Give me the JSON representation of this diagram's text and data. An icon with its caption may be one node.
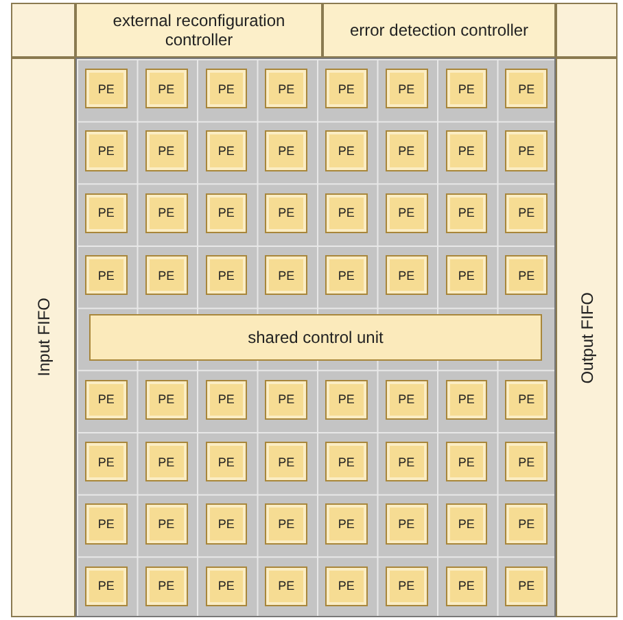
{
  "diagram": {
    "nodes": [
      {
        "text": [
          "external reconfiguration controller"
        ]
      },
      {
        "text": [
          "error detection controller"
        ]
      },
      {
        "text": [
          "Input FIFO"
        ]
      },
      {
        "text": [
          "PE"
        ]
      },
      {
        "text": [
          "PE"
        ]
      },
      {
        "text": [
          "PE"
        ]
      },
      {
        "text": [
          "PE"
        ]
      },
      {
        "text": [
          "PE"
        ]
      },
      {
        "text": [
          "PE"
        ]
      },
      {
        "text": [
          "PE"
        ]
      },
      {
        "text": [
          "PE"
        ]
      },
      {
        "text": [
          "PE"
        ]
      },
      {
        "text": [
          "PE"
        ]
      },
      {
        "text": [
          "PE"
        ]
      },
      {
        "text": [
          "PE"
        ]
      },
      {
        "text": [
          "PE"
        ]
      },
      {
        "text": [
          "PE"
        ]
      },
      {
        "text": [
          "PE"
        ]
      },
      {
        "text": [
          "PE"
        ]
      },
      {
        "text": [
          "PE"
        ]
      },
      {
        "text": [
          "PE"
        ]
      },
      {
        "text": [
          "PE"
        ]
      },
      {
        "text": [
          "PE"
        ]
      },
      {
        "text": [
          "PE"
        ]
      },
      {
        "text": [
          "PE"
        ]
      },
      {
        "text": [
          "PE"
        ]
      },
      {
        "text": [
          "PE"
        ]
      },
      {
        "text": [
          "PE"
        ]
      },
      {
        "text": [
          "PE"
        ]
      },
      {
        "text": [
          "PE"
        ]
      },
      {
        "text": [
          "PE"
        ]
      },
      {
        "text": [
          "PE"
        ]
      },
      {
        "text": [
          "PE"
        ]
      },
      {
        "text": [
          "PE"
        ]
      },
      {
        "text": [
          "PE"
        ]
      },
      {
        "text": [
          "shared control unit"
        ]
      },
      {
        "text": [
          "PE"
        ]
      },
      {
        "text": [
          "PE"
        ]
      },
      {
        "text": [
          "PE"
        ]
      },
      {
        "text": [
          "PE"
        ]
      },
      {
        "text": [
          "PE"
        ]
      },
      {
        "text": [
          "PE"
        ]
      },
      {
        "text": [
          "PE"
        ]
      },
      {
        "text": [
          "PE"
        ]
      },
      {
        "text": [
          "PE"
        ]
      },
      {
        "text": [
          "PE"
        ]
      },
      {
        "text": [
          "PE"
        ]
      },
      {
        "text": [
          "PE"
        ]
      },
      {
        "text": [
          "PE"
        ]
      },
      {
        "text": [
          "PE"
        ]
      },
      {
        "text": [
          "PE"
        ]
      },
      {
        "text": [
          "PE"
        ]
      },
      {
        "text": [
          "PE"
        ]
      },
      {
        "text": [
          "PE"
        ]
      },
      {
        "text": [
          "PE"
        ]
      },
      {
        "text": [
          "PE"
        ]
      },
      {
        "text": [
          "PE"
        ]
      },
      {
        "text": [
          "PE"
        ]
      },
      {
        "text": [
          "PE"
        ]
      },
      {
        "text": [
          "PE"
        ]
      },
      {
        "text": [
          "PE"
        ]
      },
      {
        "text": [
          "PE"
        ]
      },
      {
        "text": [
          "PE"
        ]
      },
      {
        "text": [
          "PE"
        ]
      },
      {
        "text": [
          "PE"
        ]
      },
      {
        "text": [
          "PE"
        ]
      },
      {
        "text": [
          "PE"
        ]
      },
      {
        "text": [
          "PE"
        ]
      },
      {
        "text": [
          "Output FIFO"
        ]
      }
    ]
  }
}
